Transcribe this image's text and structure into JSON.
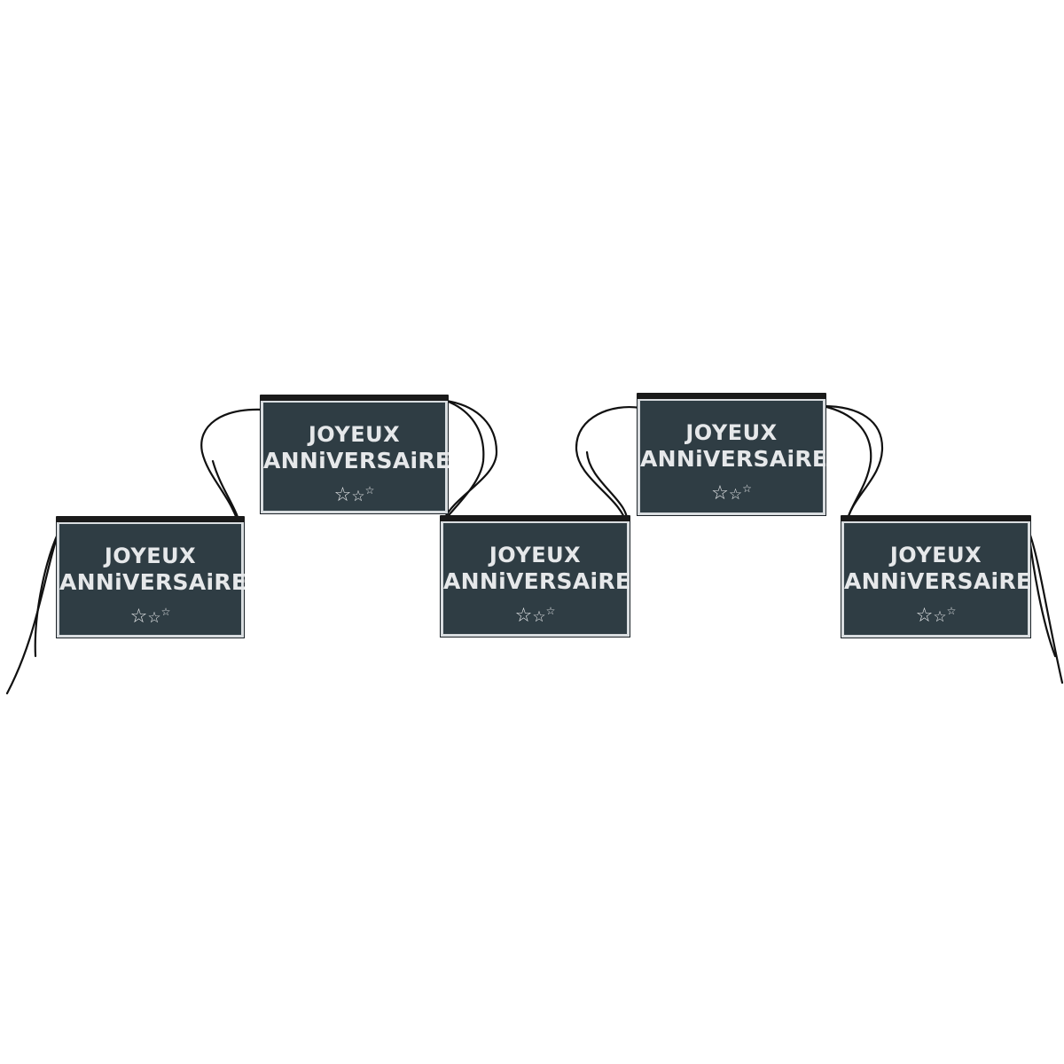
{
  "banner": {
    "colors": {
      "card": "#2f3d44",
      "text": "#e6e8ea",
      "ribbon": "#111111"
    },
    "pennants": [
      {
        "line1": "JOYEUX",
        "line2": "ANNiVERSAiRE",
        "stars": "☆☆☆"
      },
      {
        "line1": "JOYEUX",
        "line2": "ANNiVERSAiRE",
        "stars": "☆☆☆"
      },
      {
        "line1": "JOYEUX",
        "line2": "ANNiVERSAiRE",
        "stars": "☆☆☆"
      },
      {
        "line1": "JOYEUX",
        "line2": "ANNiVERSAiRE",
        "stars": "☆☆☆"
      },
      {
        "line1": "JOYEUX",
        "line2": "ANNiVERSAiRE",
        "stars": "☆☆☆"
      }
    ]
  }
}
